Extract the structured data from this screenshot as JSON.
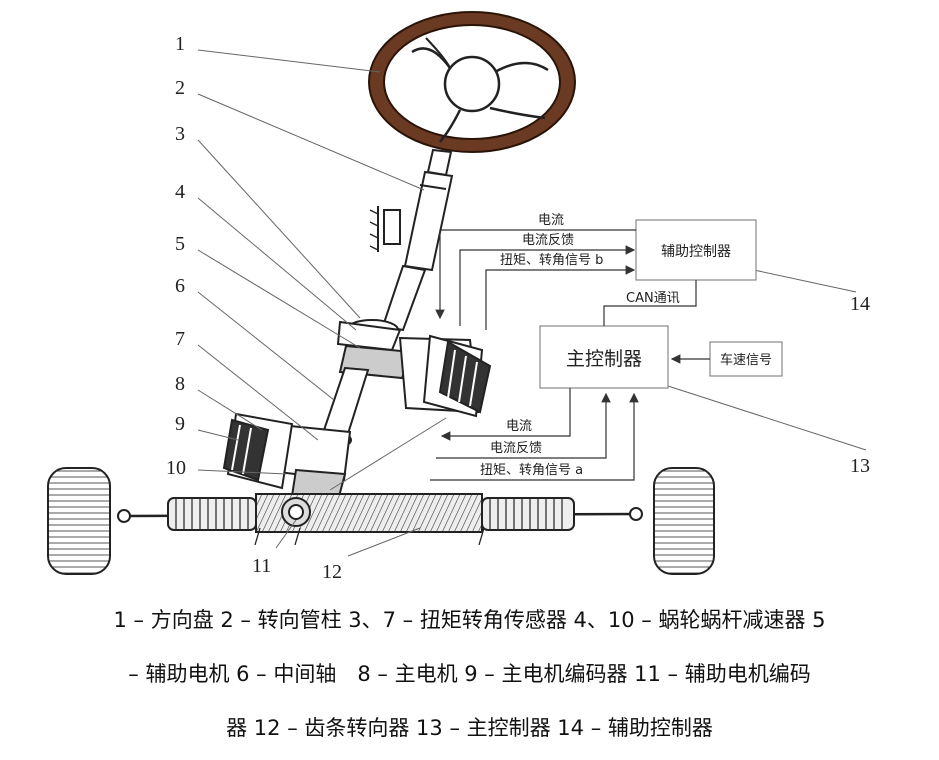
{
  "parts": {
    "n1": "1",
    "n2": "2",
    "n3": "3",
    "n4": "4",
    "n5": "5",
    "n6": "6",
    "n7": "7",
    "n8": "8",
    "n9": "9",
    "n10": "10",
    "n11": "11",
    "n12": "12",
    "n13": "13",
    "n14": "14"
  },
  "boxes": {
    "aux_controller": "辅助控制器",
    "main_controller": "主控制器",
    "speed_signal": "车速信号"
  },
  "signals": {
    "can": "CAN通讯",
    "top_current": "电流",
    "top_current_feedback": "电流反馈",
    "top_torque": "扭矩、转角信号 b",
    "bottom_current": "电流",
    "bottom_current_feedback": "电流反馈",
    "bottom_torque": "扭矩、转角信号 a"
  },
  "caption": {
    "line1": "1 – 方向盘 2 – 转向管柱 3、7 – 扭矩转角传感器 4、10 – 蜗轮蜗杆减速器 5",
    "line2": "– 辅助电机 6 – 中间轴　8 – 主电机 9 – 主电机编码器 11 – 辅助电机编码",
    "line3": "器 12 – 齿条转向器 13 – 主控制器 14 – 辅助控制器"
  },
  "colors": {
    "wheel_rim": "#6b3a22",
    "line": "#333333",
    "box_border": "#888888"
  }
}
